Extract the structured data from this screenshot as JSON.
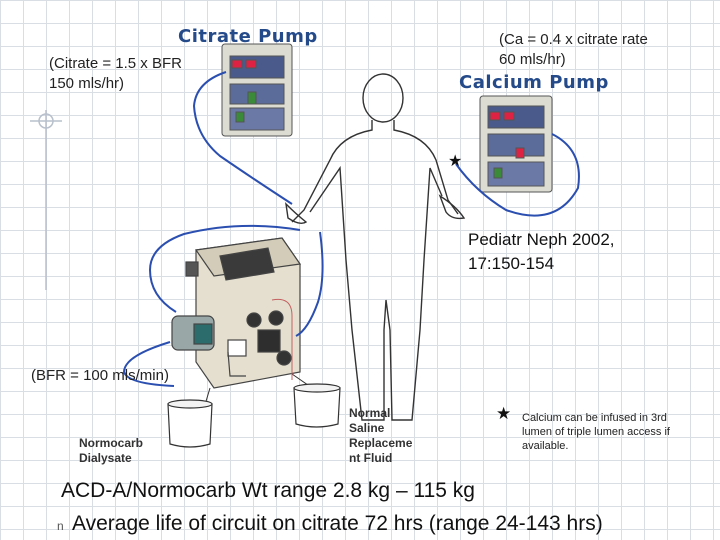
{
  "pumps": {
    "citrate": {
      "title": "Citrate Pump",
      "note": "(Citrate = 1.5 x BFR\n150 mls/hr)"
    },
    "calcium": {
      "title": "Calcium Pump",
      "note": "(Ca = 0.4 x citrate rate\n60 mls/hr)"
    }
  },
  "reference": "Pediatr Neph 2002,\n17:150-154",
  "bfr_note": "(BFR = 100 mls/min)",
  "bags": {
    "dialysate": "Normocarb\nDialysate",
    "replacement": "Normal\nSaline\nReplaceme\nnt Fluid"
  },
  "footnote": {
    "star": "★",
    "text": "Calcium can be infused in 3rd\nlumen of triple lumen access if\navailable."
  },
  "star_marker": "★",
  "bottom": {
    "line1": "ACD-A/Normocarb Wt range 2.8 kg – 115 kg",
    "bullet": "n",
    "line2": "Average life of circuit on citrate 72 hrs (range 24-143 hrs)"
  }
}
